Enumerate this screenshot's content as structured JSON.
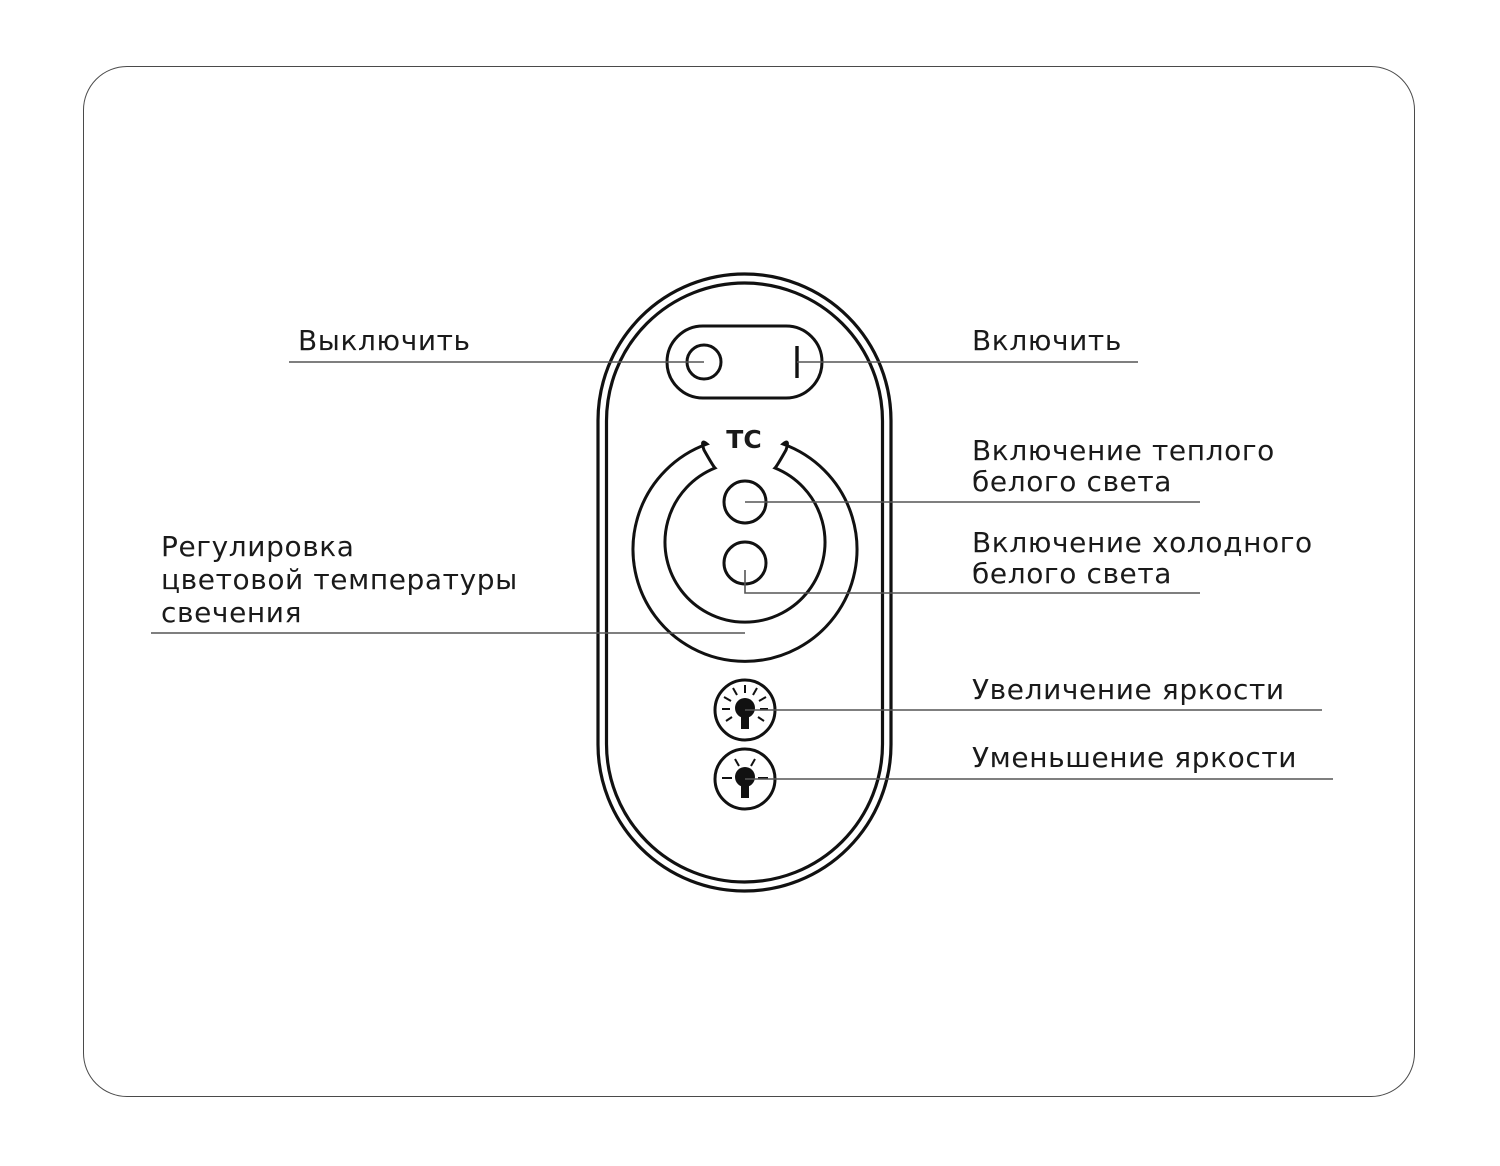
{
  "diagram": {
    "device": {
      "name": "remote-control",
      "logo_text": "TC",
      "stroke_color": "#111111",
      "leader_color": "#555555"
    },
    "labels": {
      "off": {
        "text": "Выключить"
      },
      "on": {
        "text": "Включить"
      },
      "warm_white": {
        "lines": [
          "Включение теплого",
          "белого света"
        ]
      },
      "cold_white": {
        "lines": [
          "Включение холодного",
          "белого света"
        ]
      },
      "color_temp": {
        "lines": [
          "Регулировка",
          "цветовой температуры",
          "свечения"
        ]
      },
      "brightness_up": {
        "text": "Увеличение яркости"
      },
      "brightness_down": {
        "text": "Уменьшение яркости"
      }
    }
  }
}
